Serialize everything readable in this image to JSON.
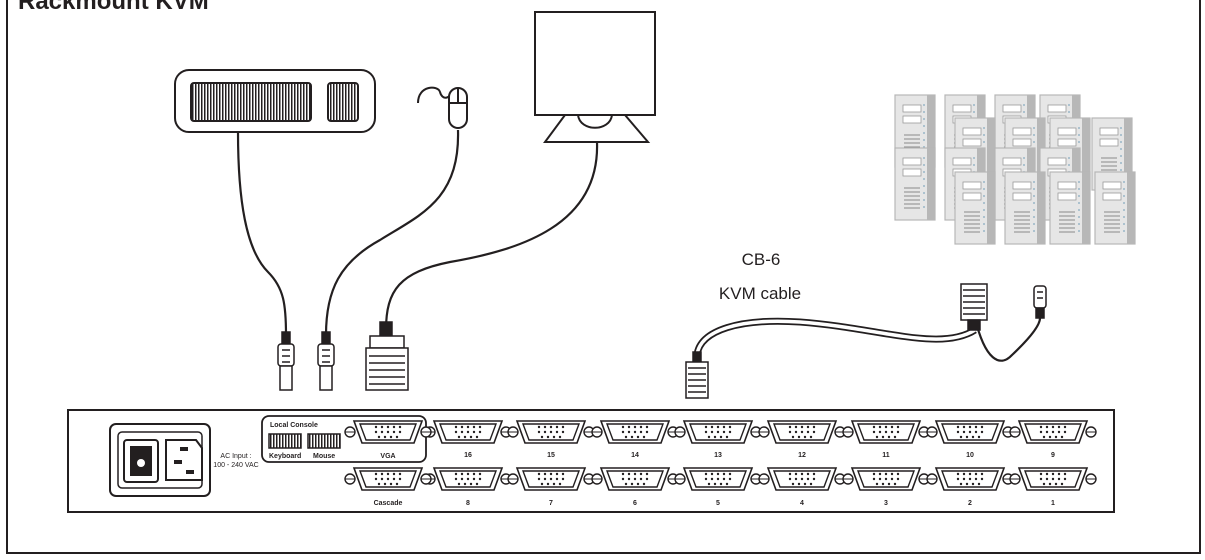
{
  "title": "Rackmount KVM",
  "cable": {
    "line1": "CB-6",
    "line2": "KVM cable"
  },
  "panel": {
    "ac_input_line1": "AC Input :",
    "ac_input_line2": "100 - 240 VAC",
    "local_console": "Local Console",
    "keyboard": "Keyboard",
    "mouse": "Mouse",
    "vga": "VGA",
    "cascade": "Cascade",
    "ports_top": [
      "16",
      "15",
      "14",
      "13",
      "12",
      "11",
      "10",
      "9"
    ],
    "ports_bottom": [
      "8",
      "7",
      "6",
      "5",
      "4",
      "3",
      "2",
      "1"
    ]
  },
  "colors": {
    "ink": "#231f20",
    "server_body": "#e6e6e6",
    "server_shadow": "#b7b7b7"
  }
}
